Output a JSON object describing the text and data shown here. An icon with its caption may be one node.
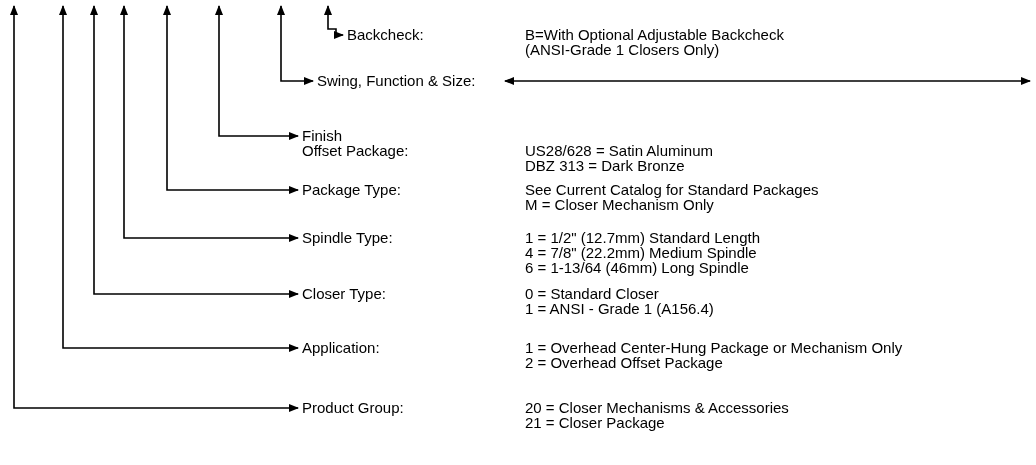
{
  "diagram": {
    "nodes": [
      {
        "text": [
          "Backcheck:"
        ],
        "beside": [
          "B=With Optional Adjustable Backcheck",
          "(ANSI-Grade 1 Closers Only)"
        ]
      },
      {
        "text": [
          "Swing, Function & Size:"
        ]
      },
      {
        "text": [
          "Finish",
          "Offset Package:"
        ],
        "beside": [
          "US28/628 = Satin Aluminum",
          "DBZ 313 = Dark Bronze"
        ]
      },
      {
        "text": [
          "Package Type:"
        ],
        "beside": [
          "See Current Catalog for Standard Packages",
          "M = Closer Mechanism Only"
        ]
      },
      {
        "text": [
          "Spindle Type:"
        ],
        "beside": [
          "1 = 1/2\" (12.7mm) Standard Length",
          "4 = 7/8\" (22.2mm) Medium Spindle",
          "6 = 1-13/64 (46mm) Long Spindle"
        ]
      },
      {
        "text": [
          "Closer Type:"
        ],
        "beside": [
          "0 = Standard Closer",
          "1 = ANSI - Grade 1 (A156.4)"
        ]
      },
      {
        "text": [
          "Application:"
        ],
        "beside": [
          "1 = Overhead Center-Hung Package or Mechanism Only",
          "2 = Overhead Offset Package"
        ]
      },
      {
        "text": [
          "Product Group:"
        ],
        "beside": [
          "20 = Closer Mechanisms & Accessories",
          "21 = Closer Package"
        ]
      }
    ],
    "edges": [
      {
        "from": null,
        "to": 0,
        "arrow": "both"
      },
      {
        "from": null,
        "to": 1,
        "arrow": "both"
      },
      {
        "from": 1,
        "to": null,
        "arrow": "both"
      },
      {
        "from": null,
        "to": 2,
        "arrow": "both"
      },
      {
        "from": null,
        "to": 3,
        "arrow": "both"
      },
      {
        "from": null,
        "to": 4,
        "arrow": "both"
      },
      {
        "from": null,
        "to": 5,
        "arrow": "both"
      },
      {
        "from": null,
        "to": 6,
        "arrow": "both"
      },
      {
        "from": null,
        "to": 7,
        "arrow": "both"
      }
    ]
  }
}
